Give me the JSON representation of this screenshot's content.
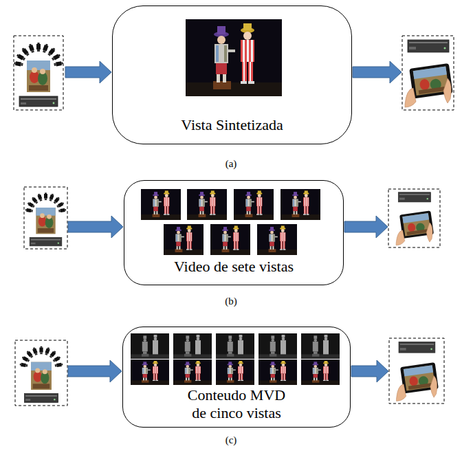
{
  "diagram": {
    "nodes": [
      {
        "text": [
          "Vista Sintetizada"
        ]
      },
      {
        "text": [
          "Video de sete vistas"
        ]
      },
      {
        "text": [
          "Conteudo MVD de cinco vistas"
        ]
      }
    ],
    "labels": [
      "(a)",
      "(b)",
      "(c)"
    ]
  }
}
